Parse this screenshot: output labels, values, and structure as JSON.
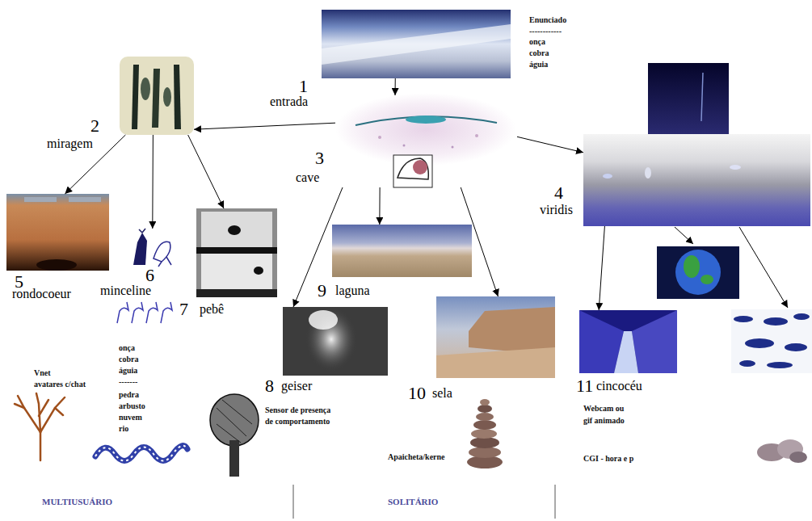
{
  "diagram": {
    "nodes": [
      {
        "text": [
          "1",
          "entrada"
        ]
      },
      {
        "text": [
          "2",
          "miragem"
        ]
      },
      {
        "text": [
          "3",
          "cave"
        ]
      },
      {
        "text": [
          "4",
          "viridis"
        ]
      },
      {
        "text": [
          "5",
          "rondocoeur"
        ]
      },
      {
        "text": [
          "6",
          "minceline"
        ]
      },
      {
        "text": [
          "7",
          "pebê"
        ]
      },
      {
        "text": [
          "8",
          "geiser"
        ]
      },
      {
        "text": [
          "9",
          "laguna"
        ]
      },
      {
        "text": [
          "10",
          "sela"
        ]
      },
      {
        "text": [
          "11",
          "cincocéu"
        ]
      }
    ],
    "edges": [
      {
        "from": 0,
        "to": 2,
        "arrow": "to"
      },
      {
        "from": 2,
        "to": 1,
        "arrow": "to"
      },
      {
        "from": 2,
        "to": 3,
        "arrow": "to"
      },
      {
        "from": 1,
        "to": 4,
        "arrow": "to"
      },
      {
        "from": 1,
        "to": 5,
        "arrow": "to"
      },
      {
        "from": 1,
        "to": 6,
        "arrow": "to"
      },
      {
        "from": 2,
        "to": 7,
        "arrow": "to"
      },
      {
        "from": 2,
        "to": 8,
        "arrow": "to"
      },
      {
        "from": 2,
        "to": 9,
        "arrow": "to"
      },
      {
        "from": 3,
        "to": 10,
        "arrow": "to"
      }
    ],
    "labels": [
      "Enunciado",
      "------------",
      "onça",
      "cobra",
      "águia",
      "onça",
      "cobra",
      "águia",
      "-------",
      "pedra",
      "arbusto",
      "nuvem",
      "rio",
      "Vnet",
      "avatares c/chat",
      "Sensor de presença",
      "de comportamento",
      "Apaicheta/kerne",
      "Webcam ou",
      "gif animado",
      "CGI - hora e p",
      "MULTIUSUÁRIO",
      "SOLITÁRIO"
    ]
  }
}
